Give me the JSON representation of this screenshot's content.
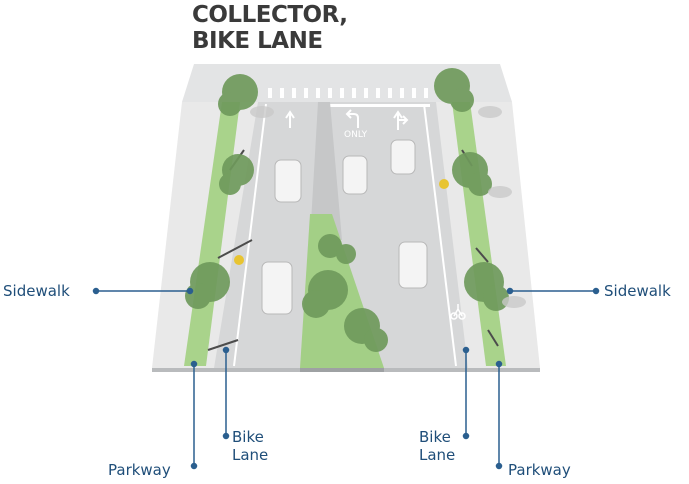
{
  "title": {
    "line1": "COLLECTOR,",
    "line2": "BIKE LANE"
  },
  "road_markings": {
    "only_text": "ONLY"
  },
  "labels": {
    "sidewalk_left": "Sidewalk",
    "sidewalk_right": "Sidewalk",
    "parkway_left": "Parkway",
    "parkway_right": "Parkway",
    "bike_lane_left": [
      "Bike",
      "Lane"
    ],
    "bike_lane_right": [
      "Bike",
      "Lane"
    ]
  },
  "colors": {
    "label_text": "#1f4e79",
    "leader_line": "#2b5f8f",
    "road": "#d9dadb",
    "sidewalk": "#eaeaea",
    "grass": "#a8d28a",
    "tree": "#6f9a5c",
    "title": "#3a3a3a"
  }
}
